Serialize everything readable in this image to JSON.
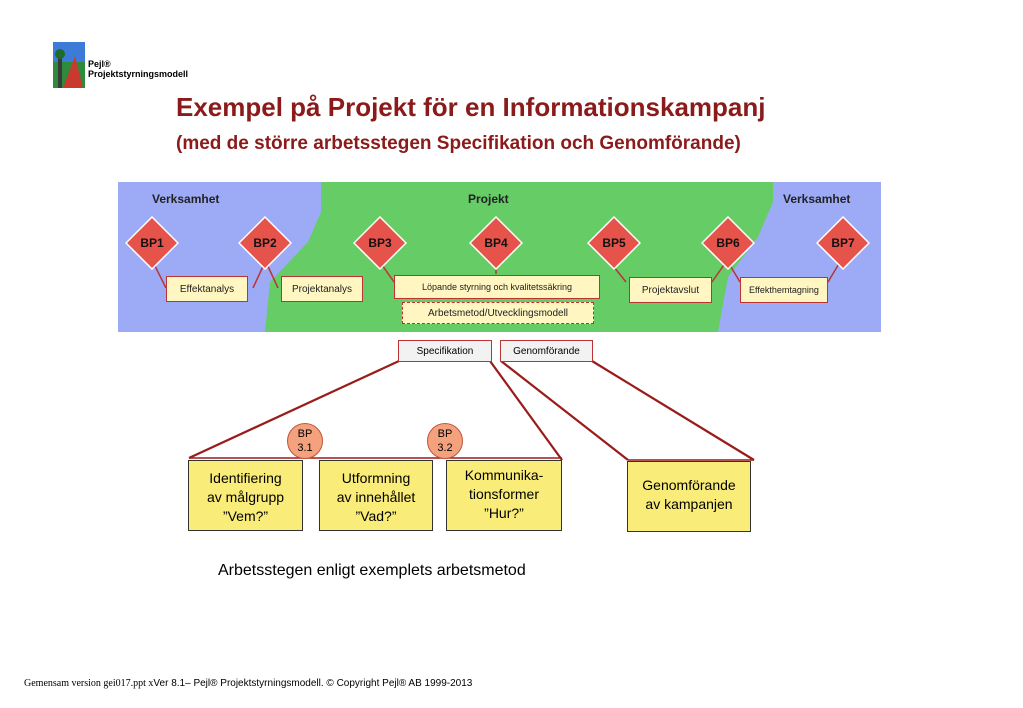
{
  "logo": {
    "line1": "Pejl®",
    "line2": "Projektstyrningsmodell"
  },
  "title": "Exempel på Projekt för en Informationskampanj",
  "subtitle": "(med de större arbetsstegen Specifikation och Genomförande)",
  "diagram": {
    "regions": {
      "left": "Verksamhet",
      "middle": "Projekt",
      "right": "Verksamhet"
    },
    "bps": [
      "BP1",
      "BP2",
      "BP3",
      "BP4",
      "BP5",
      "BP6",
      "BP7"
    ],
    "steps": {
      "effektanalys": "Effektanalys",
      "projektanalys": "Projektanalys",
      "lopande": "Löpande styrning och kvalitetssäkring",
      "arbetsmetod": "Arbetsmetod/Utvecklingsmodell",
      "projektavslut": "Projektavslut",
      "effekthemtagning": "Effekthemtagning"
    },
    "colors": {
      "blue": "#9DABF7",
      "green": "#66CC66",
      "diamond": "#E5534B"
    }
  },
  "tabs": {
    "specifikation": "Specifikation",
    "genomforande": "Genomförande"
  },
  "bp_circles": [
    {
      "l1": "BP",
      "l2": "3.1"
    },
    {
      "l1": "BP",
      "l2": "3.2"
    }
  ],
  "work_boxes": [
    {
      "l1": "Identifiering",
      "l2": "av målgrupp",
      "l3": "”Vem?”"
    },
    {
      "l1": "Utformning",
      "l2": "av innehållet",
      "l3": "”Vad?”"
    },
    {
      "l1": "Kommunika-",
      "l2": "tionsformer",
      "l3": "”Hur?”"
    },
    {
      "l1": "Genomförande",
      "l2": "av kampanjen"
    }
  ],
  "caption": "Arbetsstegen enligt exemplets arbetsmetod",
  "footer": {
    "serif_part": "Gemensam version gei017.ppt x",
    "sans_part": "Ver 8.1– Pejl® Projektstyrningsmodell. © Copyright Pejl® AB 1999-2013"
  }
}
